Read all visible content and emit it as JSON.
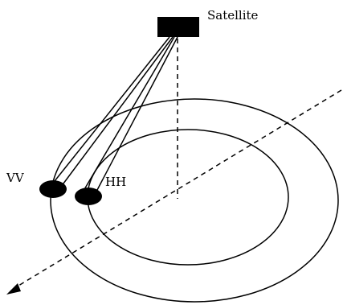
{
  "diagram": {
    "labels": {
      "satellite": "Satellite",
      "vv": "VV",
      "hh": "HH"
    },
    "colors": {
      "stroke": "#000000",
      "fill": "#000000",
      "background": "#ffffff"
    }
  }
}
